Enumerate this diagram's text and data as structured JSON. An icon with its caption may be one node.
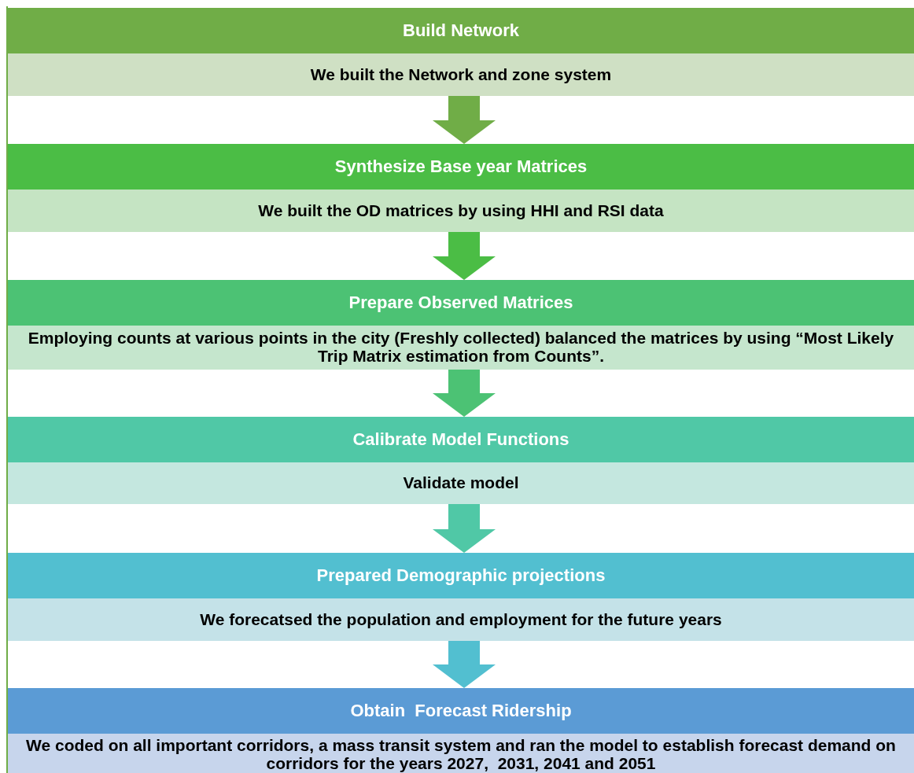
{
  "diagram": {
    "nodes": [
      {
        "text": [
          "Build Network",
          "We built the Network and zone system"
        ]
      },
      {
        "text": [
          "Synthesize Base year Matrices",
          "We built the OD matrices by using HHI and RSI data"
        ]
      },
      {
        "text": [
          "Prepare Observed Matrices",
          "Employing counts at various points in the city (Freshly collected) balanced the matrices by using “Most Likely Trip Matrix estimation from Counts”."
        ]
      },
      {
        "text": [
          "Calibrate Model Functions",
          "Validate model"
        ]
      },
      {
        "text": [
          "Prepared Demographic projections",
          "We forecatsed the population and employment for the future years"
        ]
      },
      {
        "text": [
          "Obtain  Forecast Ridership",
          "We coded on all important corridors, a mass transit system and ran the model to establish forecast demand on corridors for the years 2027,  2031, 2041 and 2051"
        ]
      }
    ],
    "edges": [
      {
        "from": 0,
        "to": 1,
        "arrow": "to",
        "color": "#70ad47"
      },
      {
        "from": 1,
        "to": 2,
        "arrow": "to",
        "color": "#4bbd45"
      },
      {
        "from": 2,
        "to": 3,
        "arrow": "to",
        "color": "#4cc274"
      },
      {
        "from": 3,
        "to": 4,
        "arrow": "to",
        "color": "#50c8a6"
      },
      {
        "from": 4,
        "to": 5,
        "arrow": "to",
        "color": "#52bfd0"
      }
    ]
  }
}
